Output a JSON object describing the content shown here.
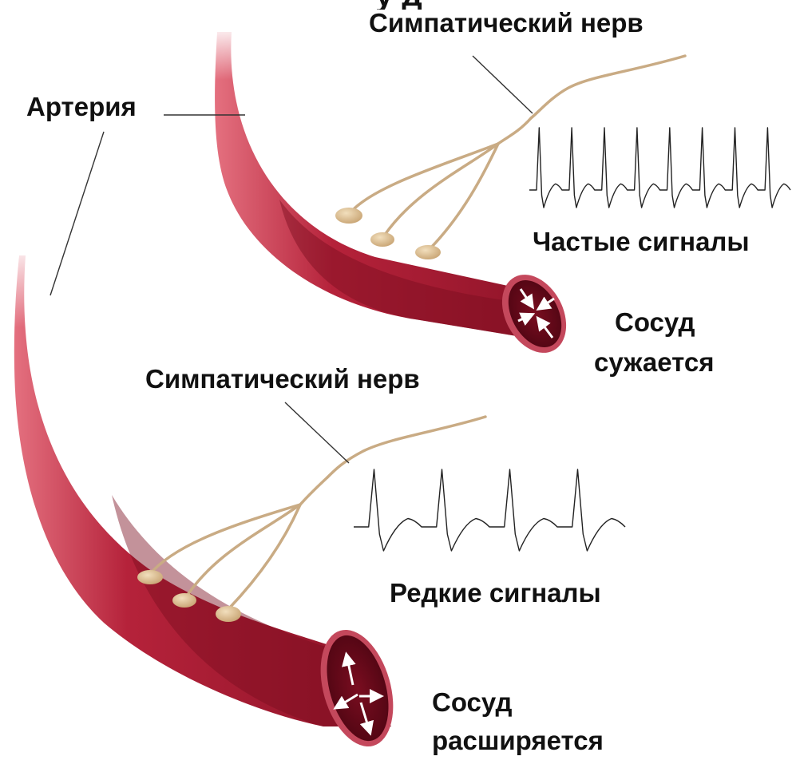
{
  "colors": {
    "vessel_main": "#a91b31",
    "vessel_dark": "#6e0b1d",
    "vessel_highlight": "#e4707f",
    "lumen": "#5a0716",
    "nerve": "#c9ab84",
    "nerve_terminal": "#d8bc8c",
    "signal_trace": "#222222",
    "leader_line": "#333333",
    "text": "#111111"
  },
  "labels": {
    "title_partial": "у д",
    "nerve_top": "Симпатический нерв",
    "artery": "Артерия",
    "frequent_signals": "Частые сигналы",
    "narrows_line1": "Сосуд",
    "narrows_line2": "сужается",
    "nerve_bottom": "Симпатический нерв",
    "rare_signals": "Редкие сигналы",
    "widens_line1": "Сосуд",
    "widens_line2": "расширяется"
  },
  "diagram": {
    "panels": [
      {
        "state": "constricted",
        "nerve_label": "Симпатический нерв",
        "signal_label": "Частые сигналы",
        "signal_spike_count": 8,
        "lumen_arrows": "inward",
        "outcome": [
          "Сосуд",
          "сужается"
        ]
      },
      {
        "state": "dilated",
        "nerve_label": "Симпатический нерв",
        "signal_label": "Редкие сигналы",
        "signal_spike_count": 4,
        "lumen_arrows": "outward",
        "outcome": [
          "Сосуд",
          "расширяется"
        ]
      }
    ]
  }
}
